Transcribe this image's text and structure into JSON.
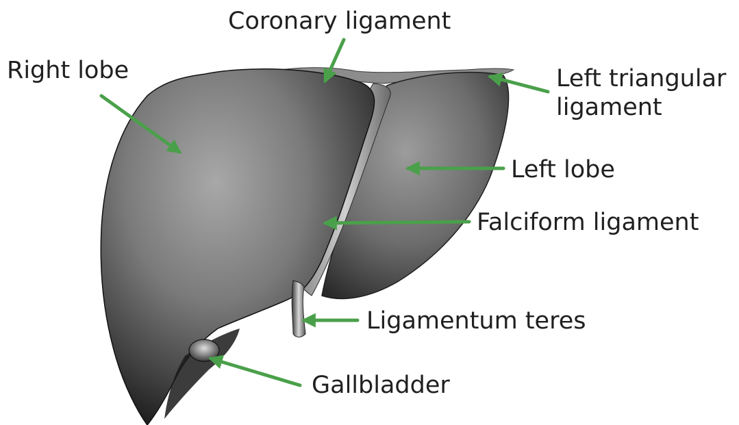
{
  "labels": {
    "coronary_ligament": "Coronary ligament",
    "right_lobe": "Right lobe",
    "left_triangular_ligament": "Left triangular ligament",
    "left_lobe": "Left lobe",
    "falciform_ligament": "Falciform ligament",
    "ligamentum_teres": "Ligamentum teres",
    "gallbladder": "Gallbladder"
  },
  "colors": {
    "arrow": "#4aa04a",
    "label_text": "#202020",
    "liver_dark": "#1e1e1e",
    "liver_mid": "#6a6a6a",
    "liver_light": "#a8a8a8",
    "background": "#ffffff"
  }
}
